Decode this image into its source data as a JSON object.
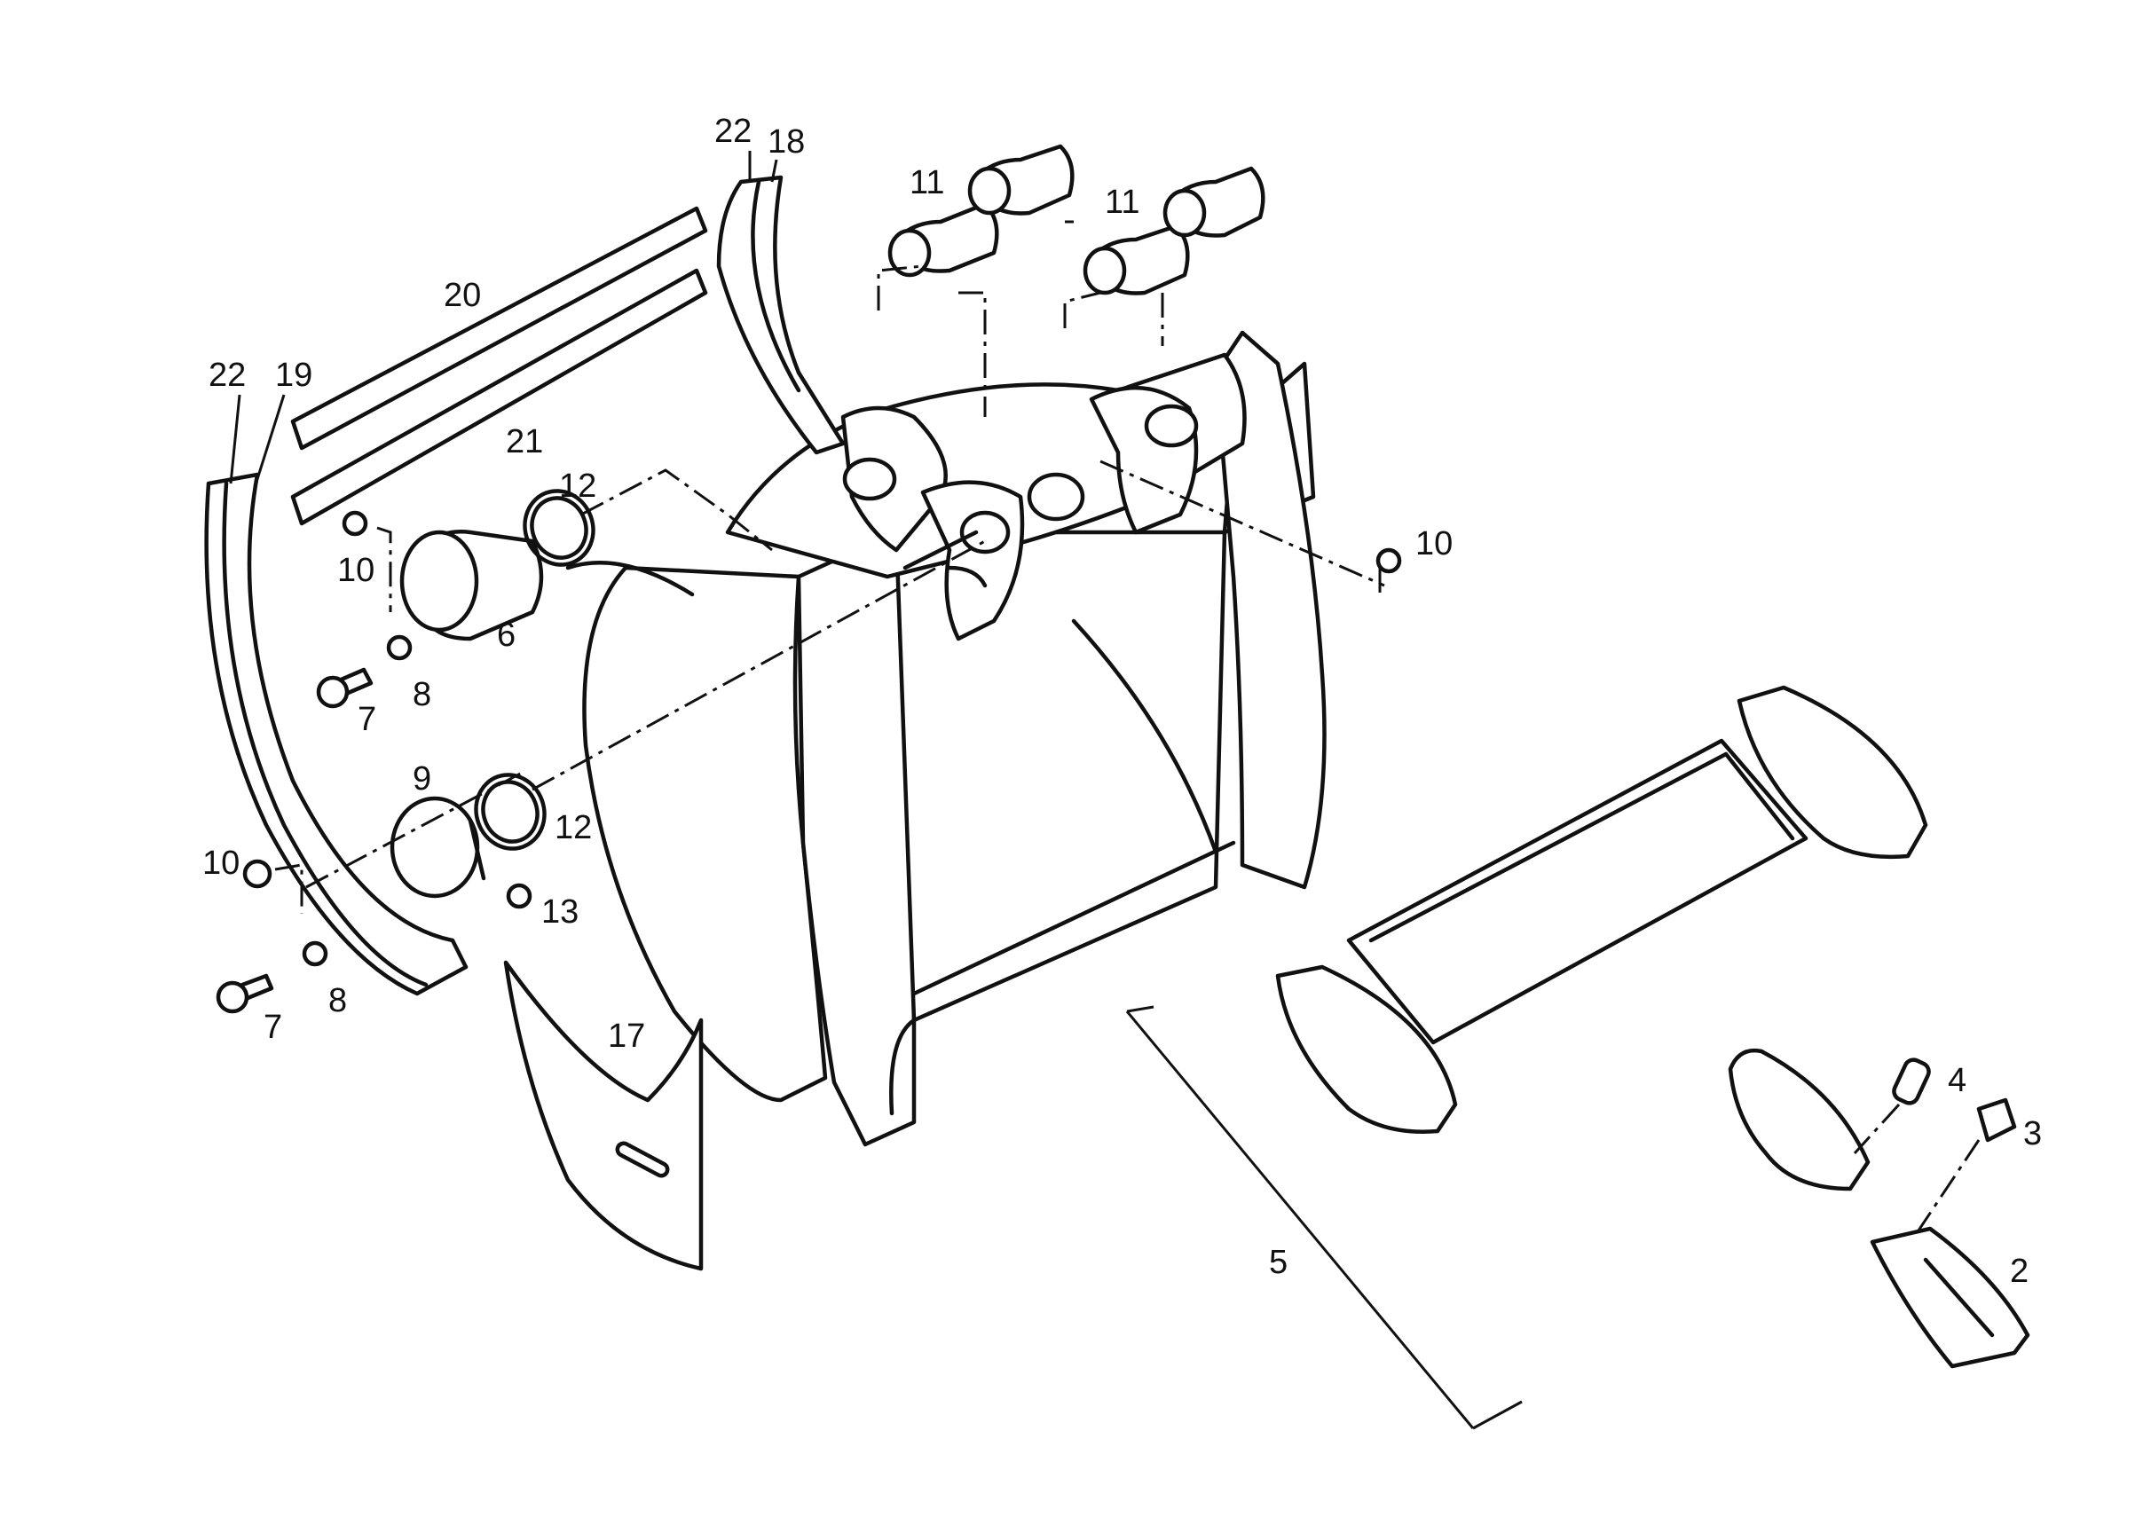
{
  "callouts": {
    "c22a": "22",
    "c18": "18",
    "c11a": "11",
    "c11b": "11",
    "c20": "20",
    "c22b": "22",
    "c19": "19",
    "c21": "21",
    "c12a": "12",
    "c10a": "10",
    "c10b": "10",
    "c6": "6",
    "c7a": "7",
    "c8a": "8",
    "c9": "9",
    "c12b": "12",
    "c10c": "10",
    "c13": "13",
    "c8b": "8",
    "c7b": "7",
    "c17": "17",
    "c5": "5",
    "c4": "4",
    "c3": "3",
    "c2": "2"
  }
}
